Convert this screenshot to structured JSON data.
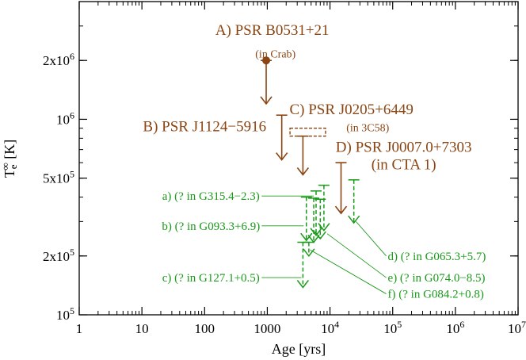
{
  "chart_data": {
    "type": "scatter",
    "xlabel": "Age [yrs]",
    "ylabel_main": "T",
    "ylabel_sub": "e",
    "ylabel_sup": "∞",
    "ylabel_unit": " [K]",
    "xscale": "log",
    "yscale": "log",
    "xlim": [
      1,
      10000000
    ],
    "ylim": [
      100000,
      4000000
    ],
    "colors": {
      "brown": "#8b4513",
      "green": "#1a9a1a",
      "axis": "#000000"
    },
    "x_ticks": [
      {
        "value": 1,
        "base": "1",
        "exp": ""
      },
      {
        "value": 10,
        "base": "10",
        "exp": ""
      },
      {
        "value": 100,
        "base": "100",
        "exp": ""
      },
      {
        "value": 1000,
        "base": "1000",
        "exp": ""
      },
      {
        "value": 10000,
        "base": "10",
        "exp": "4"
      },
      {
        "value": 100000,
        "base": "10",
        "exp": "5"
      },
      {
        "value": 1000000,
        "base": "10",
        "exp": "6"
      },
      {
        "value": 10000000,
        "base": "10",
        "exp": "7"
      }
    ],
    "y_ticks": [
      {
        "value": 100000,
        "base": "10",
        "exp": "5"
      },
      {
        "value": 200000,
        "base": "2x10",
        "exp": "5"
      },
      {
        "value": 500000,
        "base": "5x10",
        "exp": "5"
      },
      {
        "value": 1000000,
        "base": "10",
        "exp": "6"
      },
      {
        "value": 2000000,
        "base": "2x10",
        "exp": "6"
      }
    ],
    "points": [
      {
        "name": "PSR B0531+21",
        "age": 960,
        "temp": 2000000
      }
    ],
    "upper_limits": [
      {
        "name": "A",
        "x": 960,
        "y_top": 2000000,
        "y_bot": 1200000,
        "color": "brown",
        "dashed": false
      },
      {
        "name": "B",
        "x": 1700,
        "y_top": 1050000,
        "y_bot": 620000,
        "color": "brown",
        "dashed": false
      },
      {
        "name": "C",
        "x": 3700,
        "y_top": 820000,
        "y_bot": 520000,
        "color": "brown",
        "dashed": false
      },
      {
        "name": "D",
        "x": 15000,
        "y_top": 600000,
        "y_bot": 330000,
        "color": "brown",
        "dashed": false
      },
      {
        "name": "a1",
        "x": 6000,
        "y_top": 430000,
        "y_bot": 255000,
        "color": "green",
        "dashed": true
      },
      {
        "name": "a2",
        "x": 8000,
        "y_top": 460000,
        "y_bot": 270000,
        "color": "green",
        "dashed": true
      },
      {
        "name": "b1",
        "x": 4200,
        "y_top": 400000,
        "y_bot": 240000,
        "color": "green",
        "dashed": true
      },
      {
        "name": "b2",
        "x": 5500,
        "y_top": 395000,
        "y_bot": 235000,
        "color": "green",
        "dashed": true
      },
      {
        "name": "b3",
        "x": 7000,
        "y_top": 390000,
        "y_bot": 245000,
        "color": "green",
        "dashed": true
      },
      {
        "name": "c1",
        "x": 3700,
        "y_top": 235000,
        "y_bot": 138000,
        "color": "green",
        "dashed": true
      },
      {
        "name": "c2",
        "x": 4600,
        "y_top": 235000,
        "y_bot": 200000,
        "color": "green",
        "dashed": true
      },
      {
        "name": "d1",
        "x": 24000,
        "y_top": 490000,
        "y_bot": 295000,
        "color": "green",
        "dashed": true
      }
    ],
    "c58_box": {
      "x1": 2300,
      "x2": 8500,
      "y1": 900000,
      "y2": 820000
    },
    "annotations": [
      {
        "key": "A",
        "color": "brown",
        "anchor": "middle",
        "x": 1200,
        "y": 2700000,
        "lines": [
          "A) PSR B0531+21"
        ],
        "sub": "(in Crab)",
        "sub_x": 1350,
        "sub_y": 2070000
      },
      {
        "key": "B",
        "color": "brown",
        "anchor": "middle",
        "x": 100,
        "y": 870000,
        "lines": [
          "B) PSR J1124−5916"
        ]
      },
      {
        "key": "C",
        "color": "brown",
        "anchor": "middle",
        "x": 22000,
        "y": 1060000,
        "lines": [
          "C) PSR J0205+6449"
        ],
        "sub": "(in 3C58)",
        "sub_x": 40000,
        "sub_y": 870000
      },
      {
        "key": "D",
        "color": "brown",
        "anchor": "middle",
        "x": 150000,
        "y": 680000,
        "lines": [
          "D) PSR J0007.0+7303",
          "(in CTA 1)"
        ]
      }
    ],
    "green_labels": [
      {
        "text": "a) (? in G315.4−2.3)",
        "x": 100,
        "y": 405000,
        "line_from": 1200,
        "line_to_x": 5500,
        "line_to_y": 405000
      },
      {
        "text": "b) (? in G093.3+6.9)",
        "x": 100,
        "y": 285000,
        "line_from": 1200,
        "line_to_x": 3800,
        "line_to_y": 285000
      },
      {
        "text": "c) (? in G127.1+0.5)",
        "x": 100,
        "y": 155000,
        "line_from": 1200,
        "line_to_x": 3500,
        "line_to_y": 155000
      },
      {
        "text": "d) (? in G065.3+5.7)",
        "x": 200000,
        "y": 200000,
        "line_from": 70000,
        "line_to_x": 26000,
        "line_to_y": 300000
      },
      {
        "text": "e) (? in G074.0−8.5)",
        "x": 200000,
        "y": 155000,
        "line_from": 70000,
        "line_to_x": 9000,
        "line_to_y": 260000
      },
      {
        "text": "f) (? in G084.2+0.8)",
        "x": 200000,
        "y": 128000,
        "line_from": 70000,
        "line_to_x": 4800,
        "line_to_y": 215000
      }
    ]
  }
}
